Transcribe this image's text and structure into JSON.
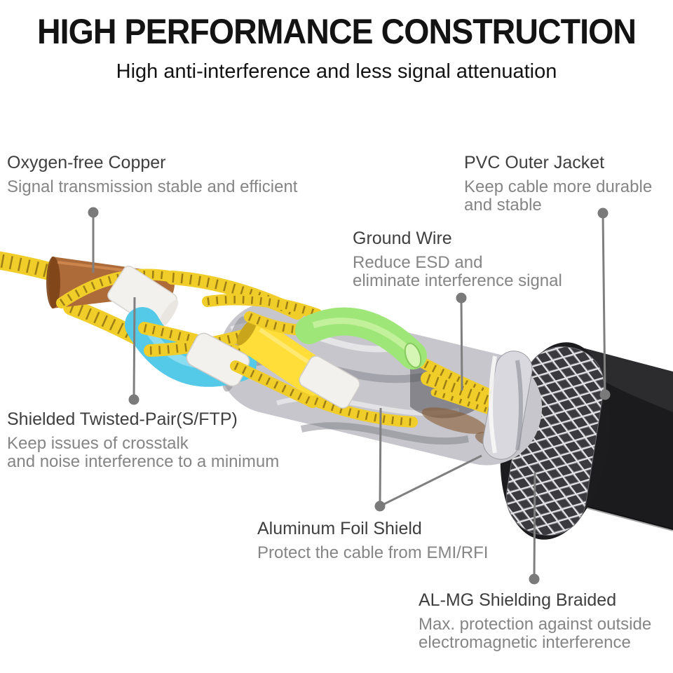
{
  "header": {
    "title": "HIGH PERFORMANCE CONSTRUCTION",
    "subtitle": "High anti-interference and less signal attenuation"
  },
  "labels": {
    "oxygen": {
      "title": "Oxygen-free Copper",
      "desc1": "Signal transmission stable and efficient"
    },
    "pvc": {
      "title": "PVC Outer Jacket",
      "desc1": "Keep cable more durable",
      "desc2": "and stable"
    },
    "ground": {
      "title": "Ground Wire",
      "desc1": "Reduce ESD and",
      "desc2": "eliminate interference signal"
    },
    "stp": {
      "title": "Shielded Twisted-Pair(S/FTP)",
      "desc1": "Keep issues of crosstalk",
      "desc2": "and noise interference to a minimum"
    },
    "foil": {
      "title": "Aluminum Foil Shield",
      "desc1": "Protect the cable from EMI/RFI"
    },
    "braid": {
      "title": "AL-MG Shielding Braided",
      "desc1": "Max. protection against outside",
      "desc2": "electromagnetic interference"
    }
  },
  "colors": {
    "background": "#ffffff",
    "heading_text": "#131313",
    "label_title_text": "#3f3f3f",
    "label_desc_text": "#858585",
    "callout_line": "#7f7f7f",
    "callout_dot": "#7a7a7a",
    "copper_wire": "#f0cd28",
    "copper_stripe": "#8a6a12",
    "brown_insulation": "#ad6b3a",
    "white_insulation": "#f3f1ee",
    "blue_insulation": "#55c9e8",
    "yellow_insulation": "#ffde3a",
    "green_insulation": "#9ee678",
    "foil_silver": "#c6c6cc",
    "foil_collar": "#d8d8de",
    "braid_silver": "#e8e8ea",
    "jacket_black": "#1b1b1e"
  }
}
